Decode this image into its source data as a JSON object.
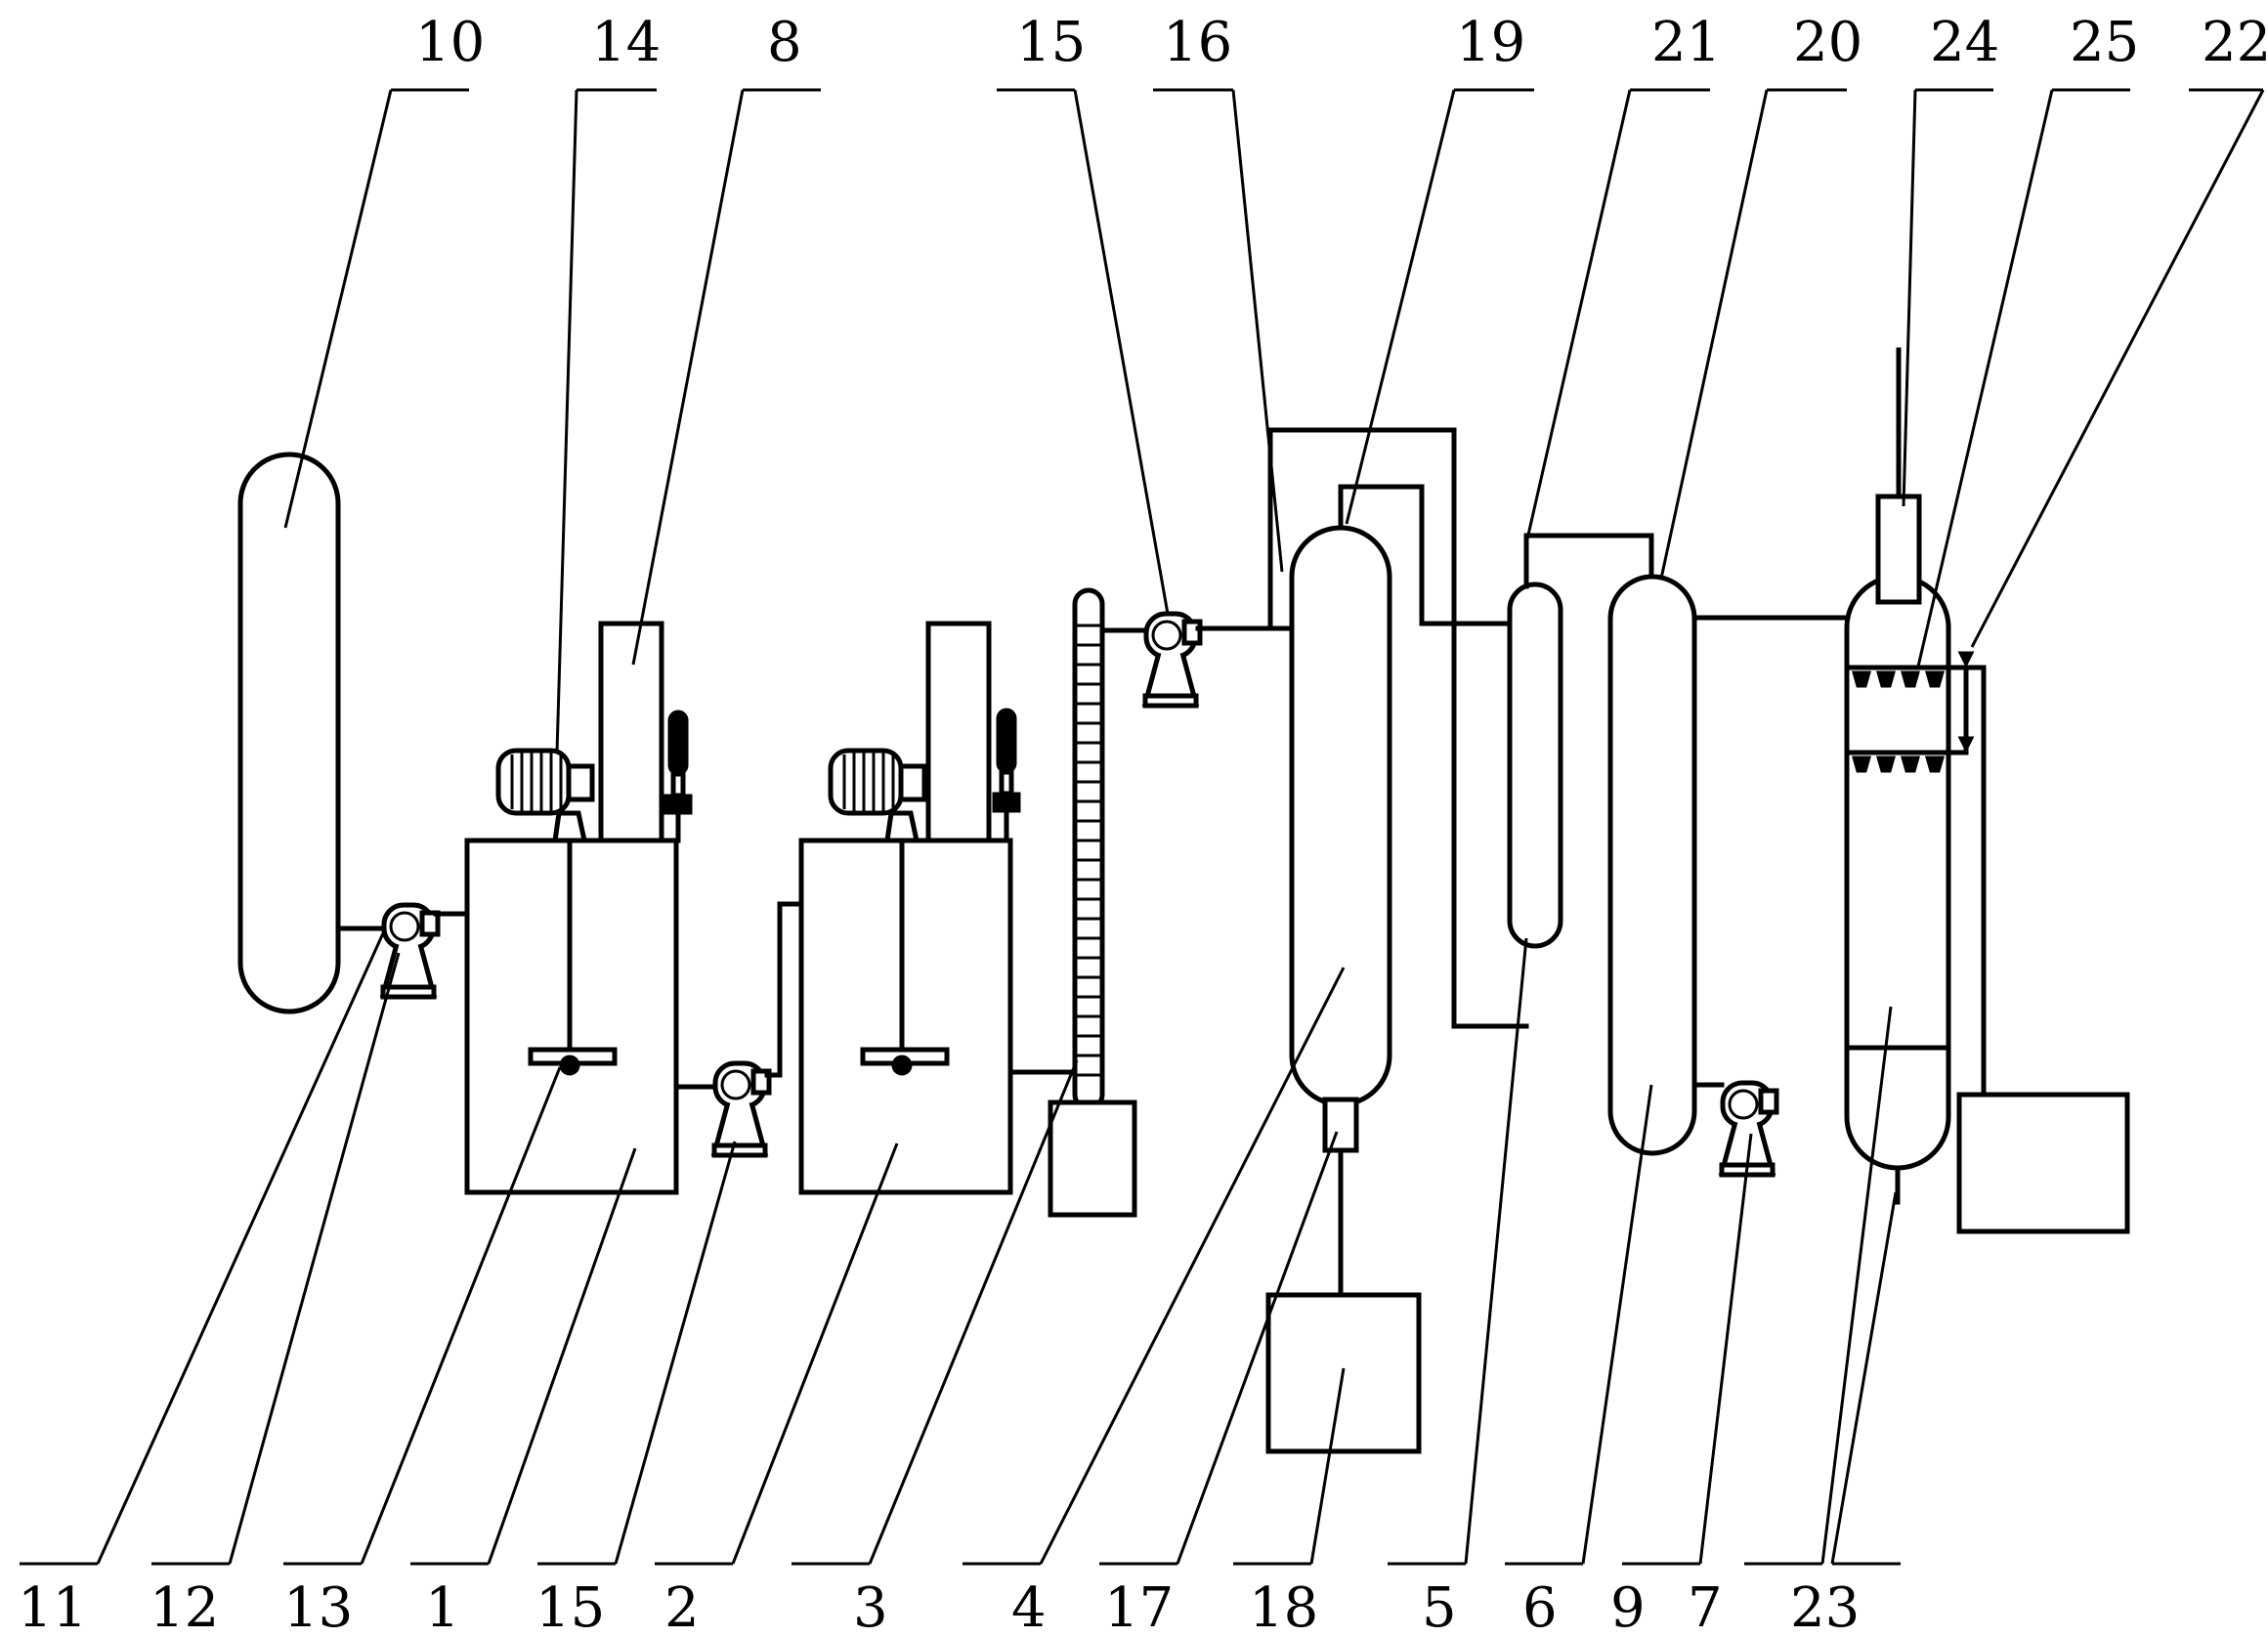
{
  "colors": {
    "line": "#000000",
    "background": "#ffffff"
  },
  "labels_top": [
    {
      "id": "10",
      "text": "10"
    },
    {
      "id": "14",
      "text": "14"
    },
    {
      "id": "8",
      "text": "8"
    },
    {
      "id": "15a",
      "text": "15"
    },
    {
      "id": "16",
      "text": "16"
    },
    {
      "id": "19",
      "text": "19"
    },
    {
      "id": "21",
      "text": "21"
    },
    {
      "id": "20",
      "text": "20"
    },
    {
      "id": "24",
      "text": "24"
    },
    {
      "id": "25",
      "text": "25"
    },
    {
      "id": "22",
      "text": "22"
    }
  ],
  "labels_bottom": [
    {
      "id": "11",
      "text": "11"
    },
    {
      "id": "12",
      "text": "12"
    },
    {
      "id": "13",
      "text": "13"
    },
    {
      "id": "1",
      "text": "1"
    },
    {
      "id": "15b",
      "text": "15"
    },
    {
      "id": "2",
      "text": "2"
    },
    {
      "id": "3",
      "text": "3"
    },
    {
      "id": "4",
      "text": "4"
    },
    {
      "id": "17",
      "text": "17"
    },
    {
      "id": "18",
      "text": "18"
    },
    {
      "id": "5",
      "text": "5"
    },
    {
      "id": "6",
      "text": "6"
    },
    {
      "id": "9",
      "text": "9"
    },
    {
      "id": "7",
      "text": "7"
    },
    {
      "id": "23",
      "text": "23"
    }
  ]
}
